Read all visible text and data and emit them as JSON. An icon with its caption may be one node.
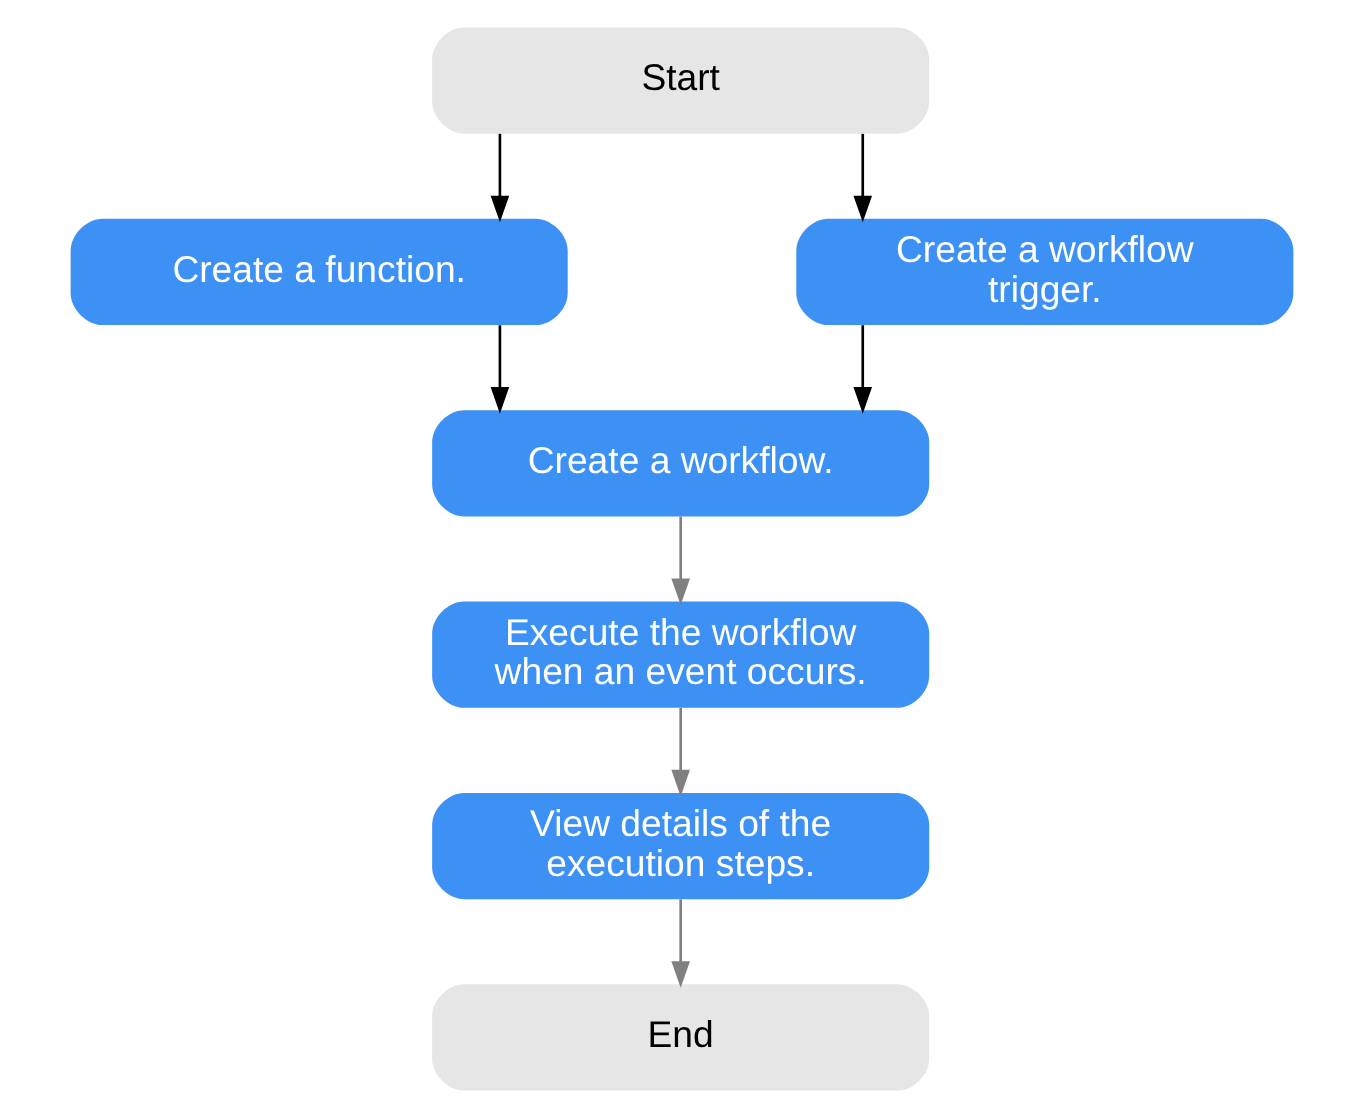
{
  "diagram": {
    "nodes": [
      {
        "text": [
          "Start"
        ]
      },
      {
        "text": [
          "Create a function."
        ]
      },
      {
        "text": [
          "Create a workflow trigger."
        ]
      },
      {
        "text": [
          "Create a workflow."
        ]
      },
      {
        "text": [
          "Execute the workflow when an event occurs."
        ]
      },
      {
        "text": [
          "View details of the execution steps."
        ]
      },
      {
        "text": [
          "End"
        ]
      }
    ],
    "edges": [
      {
        "from": 0,
        "to": 1,
        "arrow": "to"
      },
      {
        "from": 0,
        "to": 2,
        "arrow": "to"
      },
      {
        "from": 1,
        "to": 3,
        "arrow": "to"
      },
      {
        "from": 2,
        "to": 3,
        "arrow": "to"
      },
      {
        "from": 3,
        "to": 4,
        "arrow": "to",
        "color": "#808080"
      },
      {
        "from": 4,
        "to": 5,
        "arrow": "to",
        "color": "#808080"
      },
      {
        "from": 5,
        "to": 6,
        "arrow": "to",
        "color": "#808080"
      }
    ]
  }
}
